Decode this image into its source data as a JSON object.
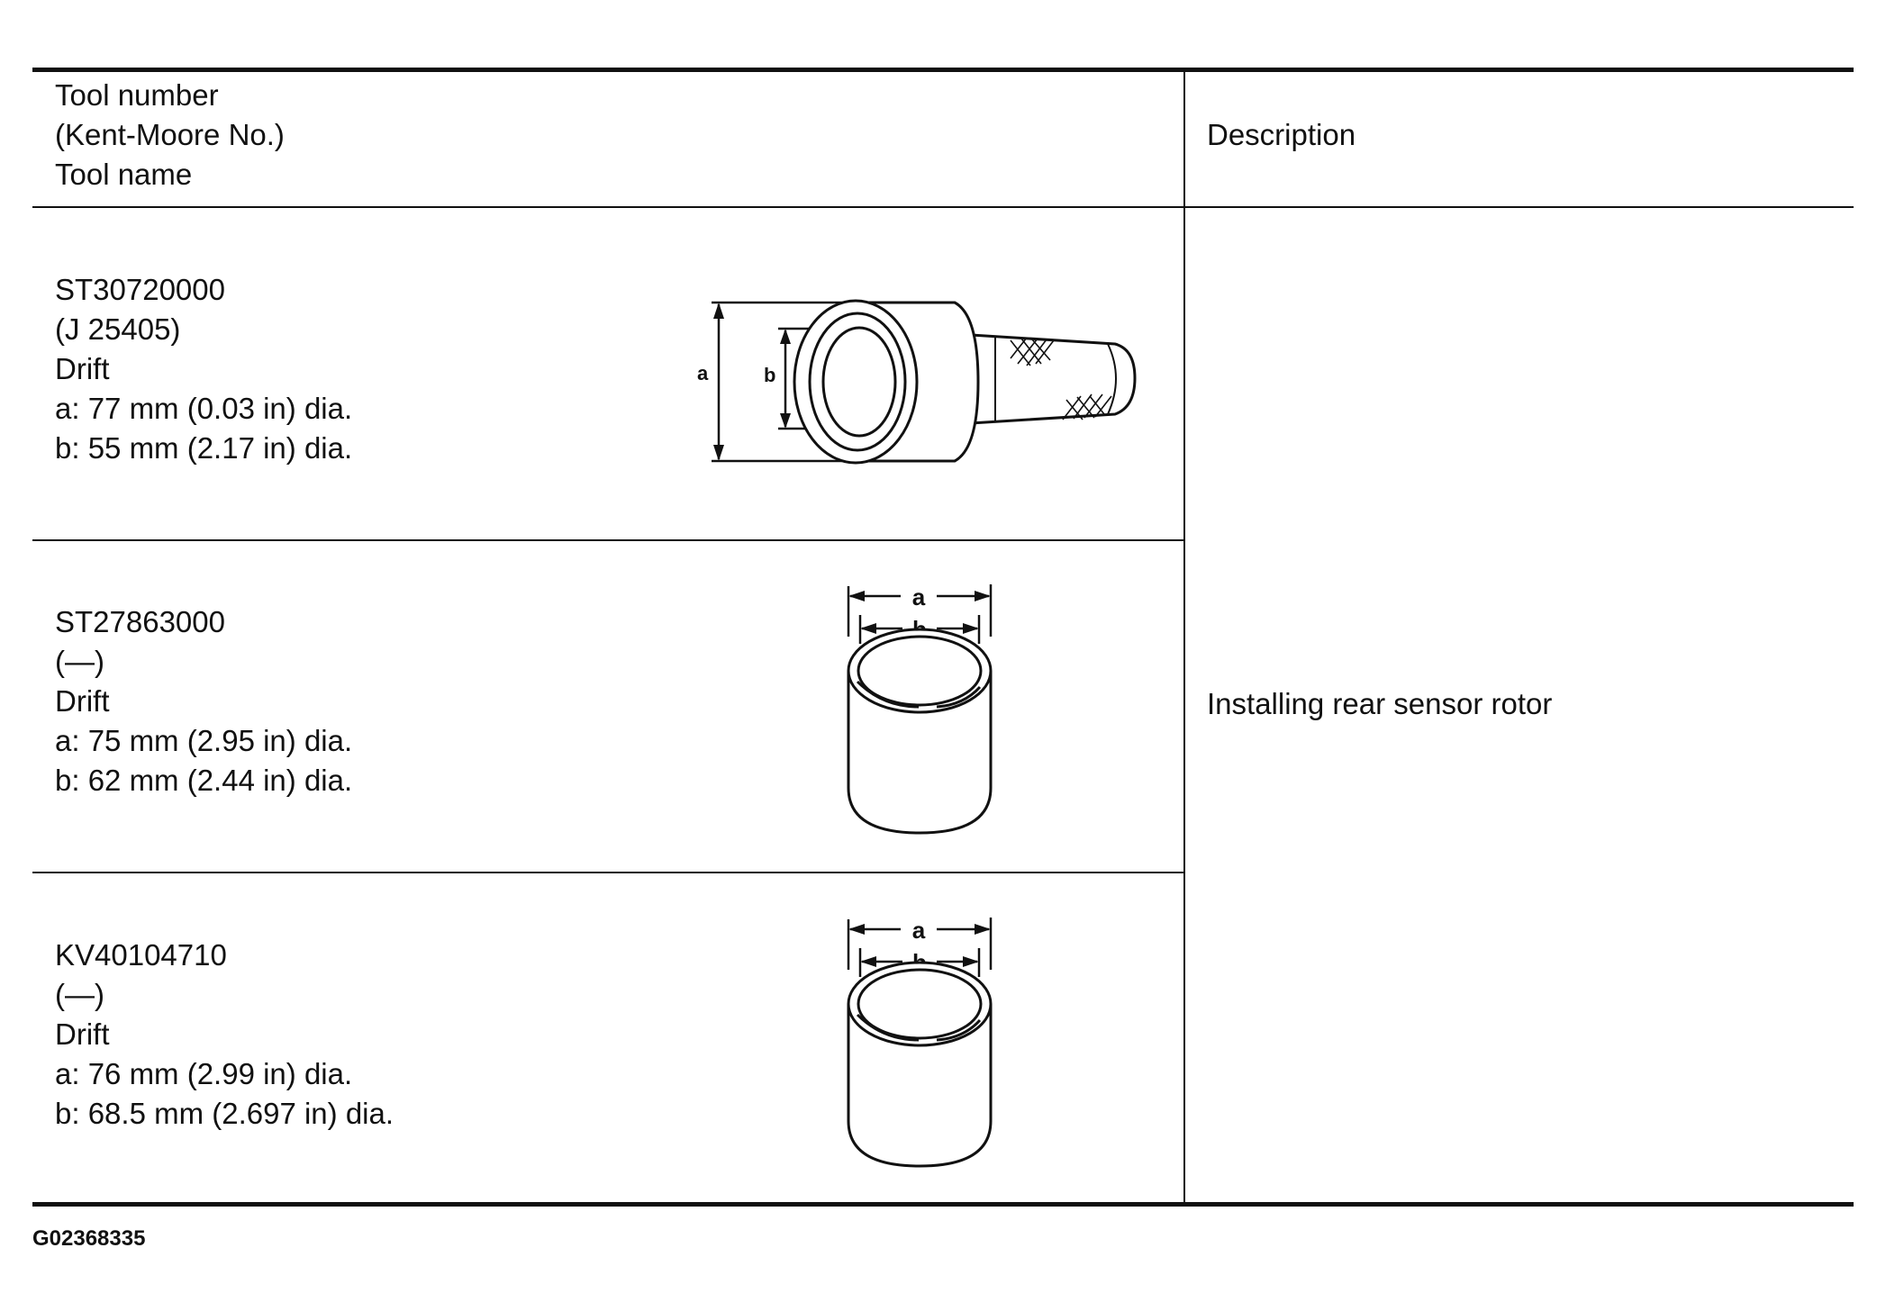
{
  "table": {
    "header": {
      "tool_lines": [
        "Tool number",
        "(Kent-Moore No.)",
        "Tool name"
      ],
      "description": "Description"
    },
    "rows": [
      {
        "tool_number": "ST30720000",
        "kent_moore": "(J 25405)",
        "tool_name": "Drift",
        "dim_a": "a: 77 mm (0.03 in) dia.",
        "dim_b": "b: 55 mm (2.17 in) dia.",
        "fig_label_a": "a",
        "fig_label_b": "b"
      },
      {
        "tool_number": "ST27863000",
        "kent_moore": "(—)",
        "tool_name": "Drift",
        "dim_a": "a: 75 mm (2.95 in) dia.",
        "dim_b": "b: 62 mm (2.44 in) dia.",
        "fig_label_a": "a",
        "fig_label_b": "b"
      },
      {
        "tool_number": "KV40104710",
        "kent_moore": "(—)",
        "tool_name": "Drift",
        "dim_a": "a: 76 mm (2.99 in) dia.",
        "dim_b": "b: 68.5 mm (2.697 in) dia.",
        "fig_label_a": "a",
        "fig_label_b": "b"
      }
    ],
    "description": "Installing rear sensor rotor"
  },
  "figure_code": "G02368335"
}
